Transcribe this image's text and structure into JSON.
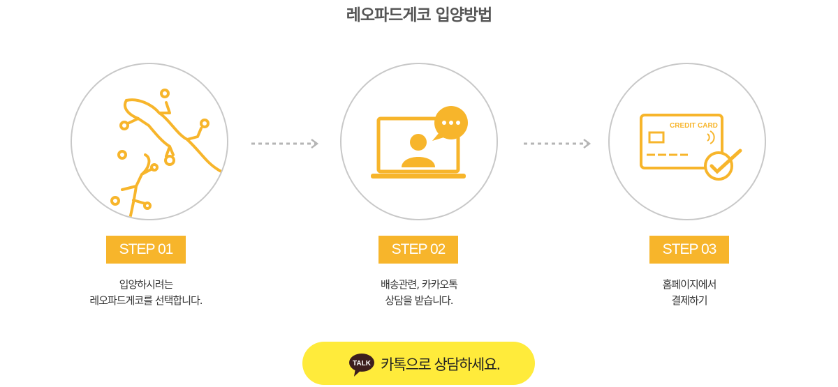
{
  "title": "레오파드게코 입양방법",
  "steps": [
    {
      "badge": "STEP 01",
      "line1": "입양하시려는",
      "line2": "레오파드게코를 선택합니다.",
      "icon": "gecko-icon"
    },
    {
      "badge": "STEP 02",
      "line1": "배송관련, 카카오톡",
      "line2": "상담을 받습니다.",
      "icon": "laptop-chat-icon"
    },
    {
      "badge": "STEP 03",
      "line1": "홈페이지에서",
      "line2": "결제하기",
      "icon": "credit-card-icon"
    }
  ],
  "card_label": "CREDIT CARD",
  "kakao": {
    "talk": "TALK",
    "label": "카톡으로 상담하세요."
  },
  "colors": {
    "accent": "#f7b52b",
    "kakao": "#ffeb3b",
    "kakao_icon": "#3c1e1e"
  }
}
